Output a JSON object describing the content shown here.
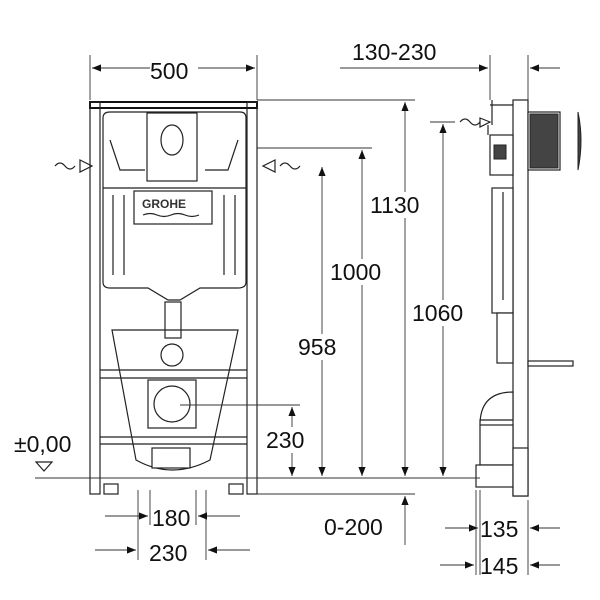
{
  "brand": "GROHE",
  "dimensions": {
    "frame_width": "500",
    "wall_distance": "130-230",
    "height_1130": "1130",
    "height_1000": "1000",
    "height_958": "958",
    "height_1060": "1060",
    "height_230": "230",
    "floor_level": "±0,00",
    "width_180": "180",
    "width_230": "230",
    "floor_offset": "0-200",
    "depth_135": "135",
    "depth_145": "145"
  }
}
